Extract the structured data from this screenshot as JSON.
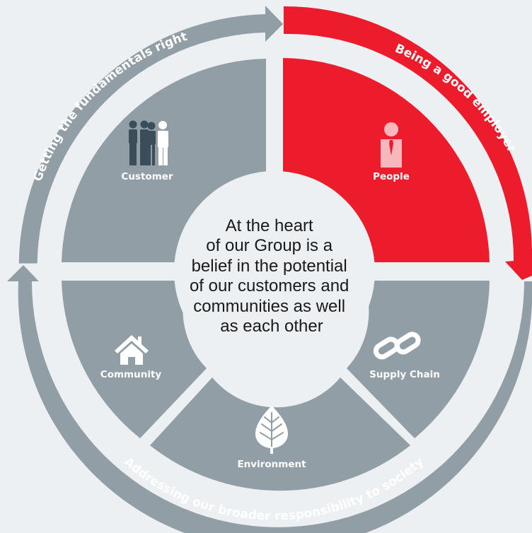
{
  "colors": {
    "background": "#ecf0f3",
    "grey": "#929ea6",
    "red": "#ec1c2c",
    "dark_figure": "#3a4d58",
    "center_fill": "#ecf0f3",
    "white": "#ffffff"
  },
  "center": {
    "lines": [
      "At the heart",
      "of our Group is a",
      "belief in the potential",
      "of our customers and",
      "communities as well",
      "as each other"
    ]
  },
  "arcs": {
    "fundamentals": "Getting the fundamentals right",
    "employer": "Being a good employer",
    "society": "Addressing our broader responsibility to society"
  },
  "segments": {
    "customer": {
      "label": "Customer",
      "icon": "people-group-icon"
    },
    "people": {
      "label": "People",
      "icon": "person-with-tie-icon"
    },
    "community": {
      "label": "Community",
      "icon": "house-icon"
    },
    "environment": {
      "label": "Environment",
      "icon": "leaf-icon"
    },
    "supply_chain": {
      "label": "Supply Chain",
      "icon": "chain-link-icon"
    }
  }
}
